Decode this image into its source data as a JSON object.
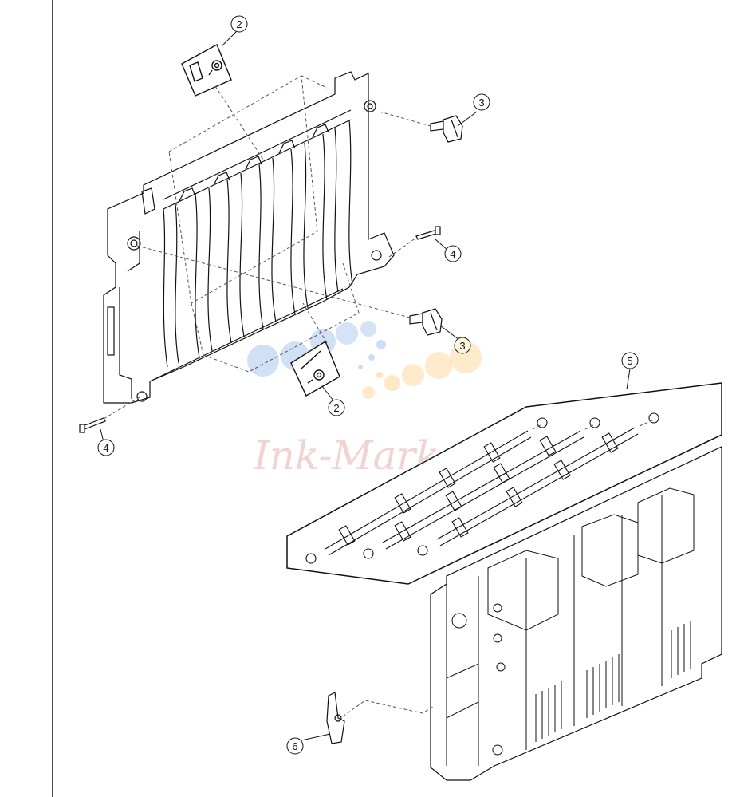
{
  "callouts": [
    {
      "id": "c2a",
      "label": "2"
    },
    {
      "id": "c3a",
      "label": "3"
    },
    {
      "id": "c4a",
      "label": "4"
    },
    {
      "id": "c3b",
      "label": "3"
    },
    {
      "id": "c2b",
      "label": "2"
    },
    {
      "id": "c4b",
      "label": "4"
    },
    {
      "id": "c5",
      "label": "5"
    },
    {
      "id": "c6",
      "label": "6"
    }
  ],
  "watermark": {
    "text": "Ink-Market"
  },
  "colors": {
    "line": "#111111",
    "leader": "#555555",
    "accent": "#f2a400",
    "wm_blue": "#a9c8ee",
    "wm_orange": "#ffd9a0"
  }
}
